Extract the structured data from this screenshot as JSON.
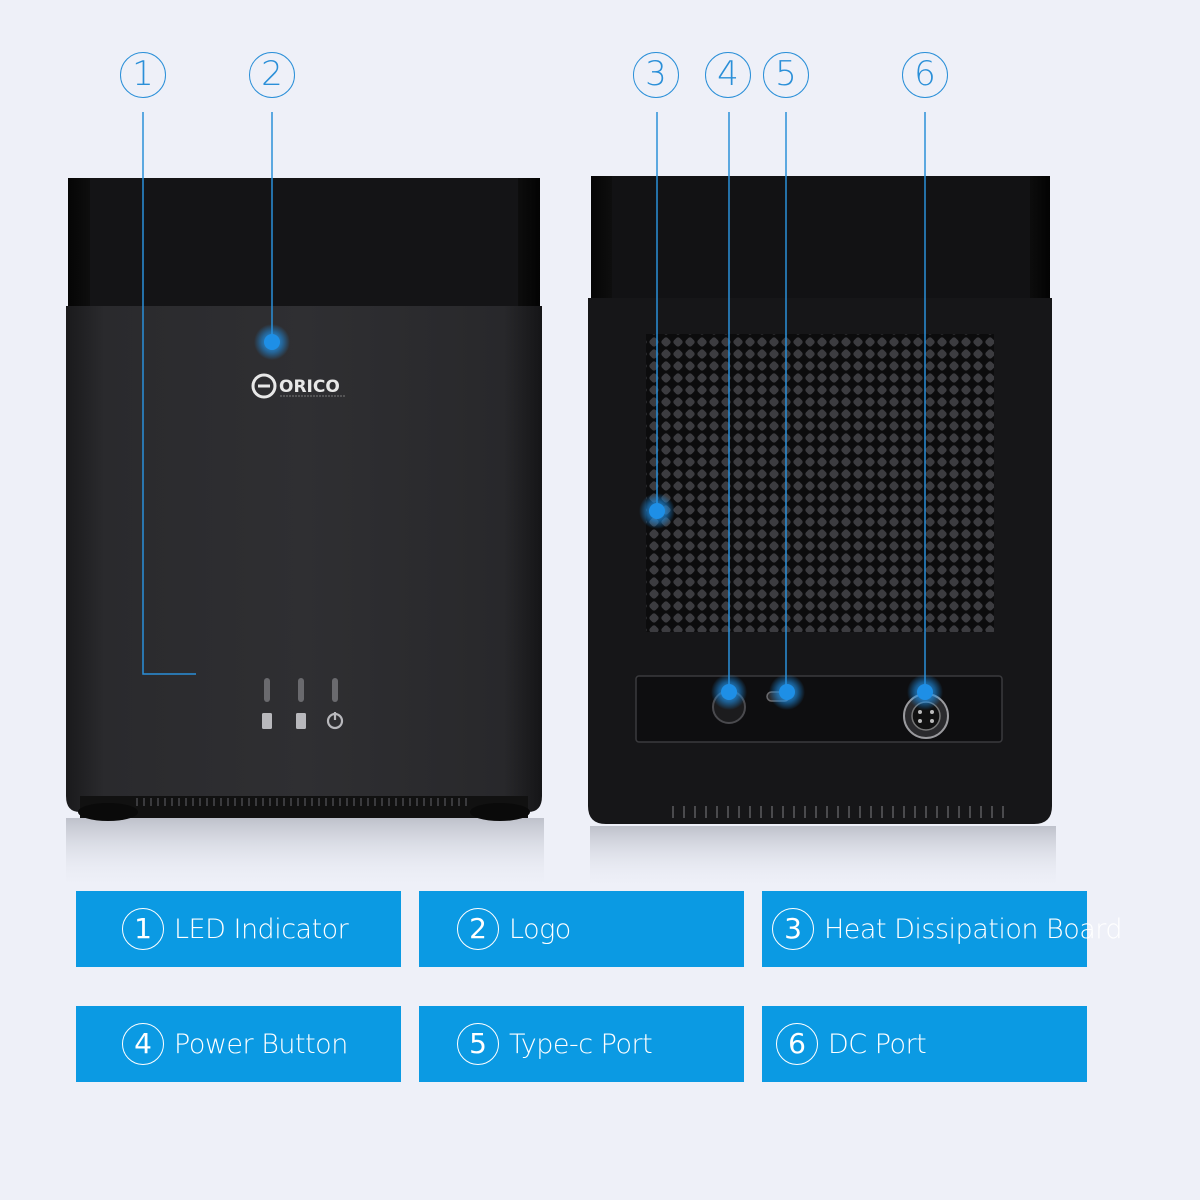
{
  "brand": {
    "logo_text": "ORICO",
    "accent_color": "#0b9ae3",
    "callout_color": "#2a8fd8"
  },
  "callouts": [
    "1",
    "2",
    "3",
    "4",
    "5",
    "6"
  ],
  "legend": [
    {
      "num": "1",
      "label": "LED Indicator"
    },
    {
      "num": "2",
      "label": "Logo"
    },
    {
      "num": "3",
      "label": "Heat Dissipation Board"
    },
    {
      "num": "4",
      "label": "Power Button"
    },
    {
      "num": "5",
      "label": "Type-c Port"
    },
    {
      "num": "6",
      "label": "DC Port"
    }
  ]
}
